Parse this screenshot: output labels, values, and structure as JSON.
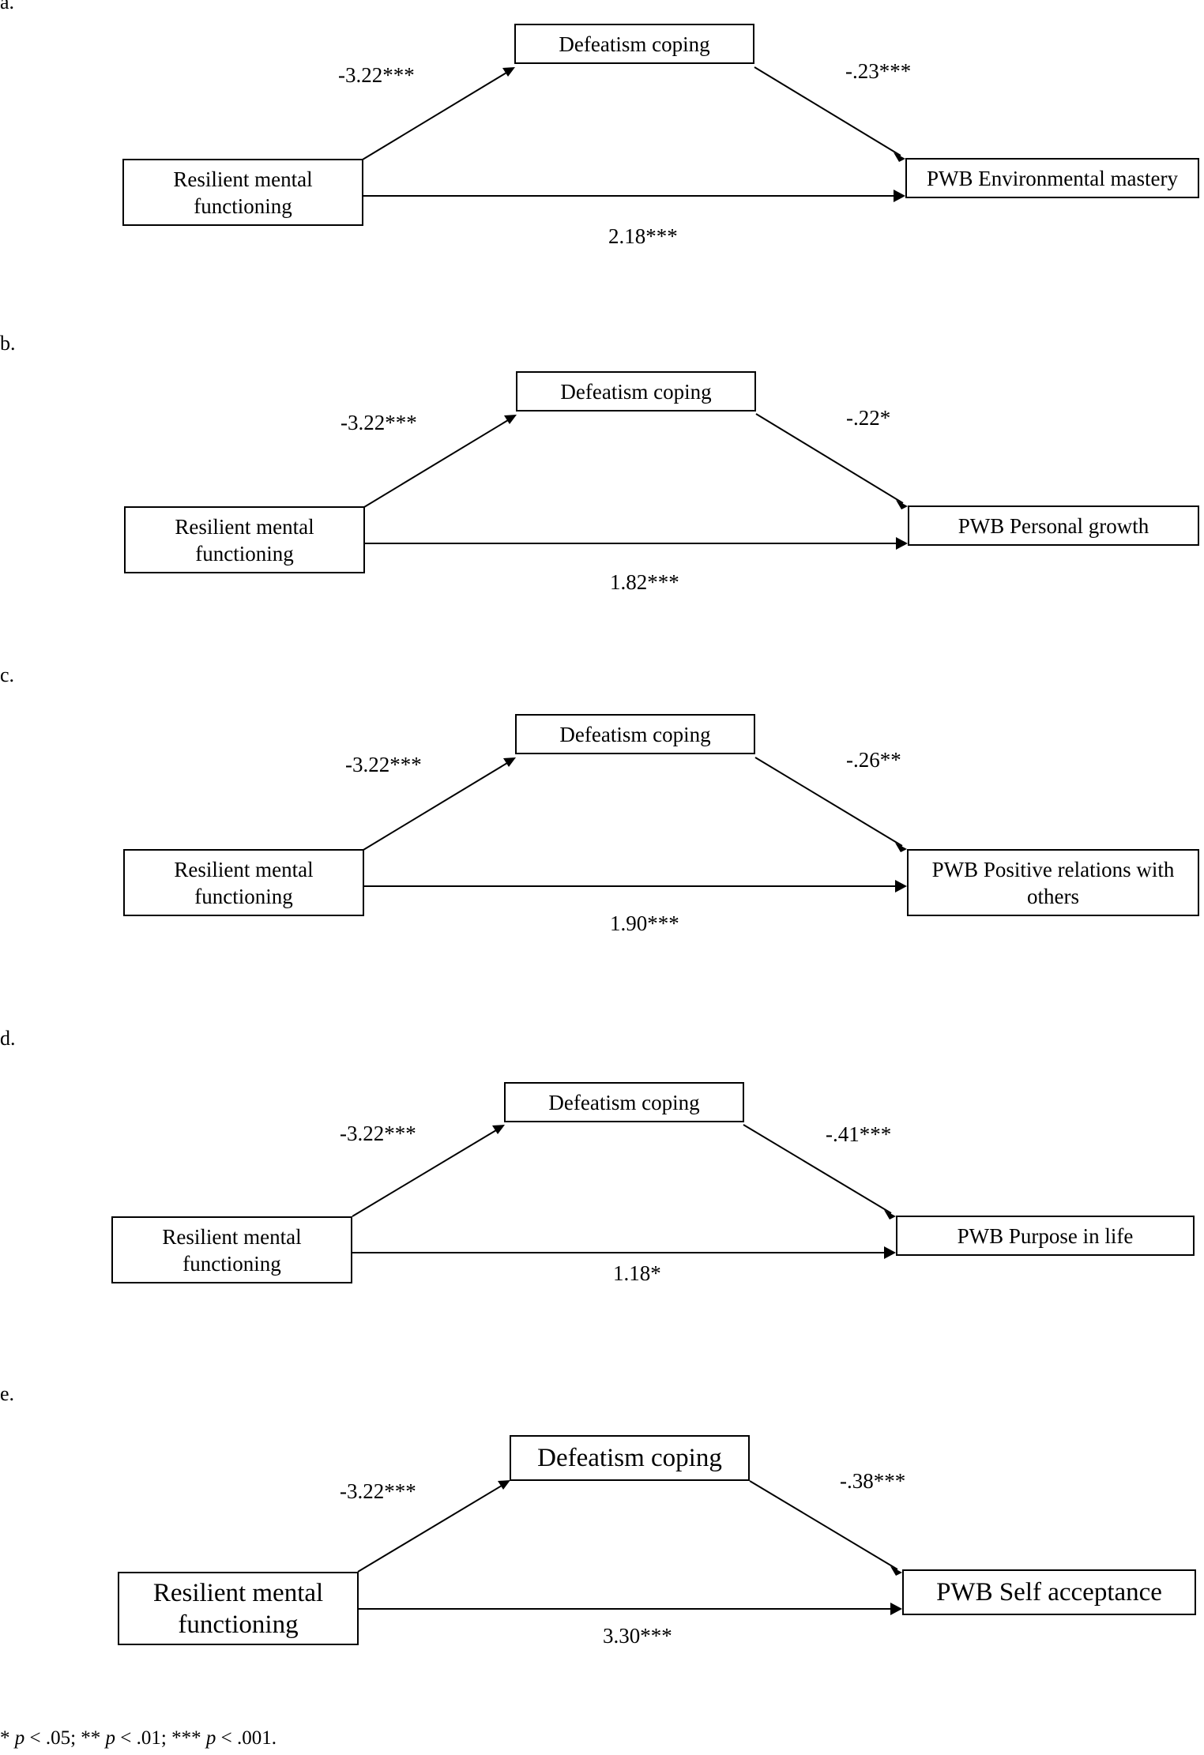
{
  "panels": [
    {
      "label": "a.",
      "mediator": "Defeatism coping",
      "predictor": "Resilient mental functioning",
      "outcome": "PWB Environmental mastery",
      "a_path": "-3.22***",
      "b_path": "-.23***",
      "c_path": "2.18***"
    },
    {
      "label": "b.",
      "mediator": "Defeatism coping",
      "predictor": "Resilient mental functioning",
      "outcome": "PWB Personal growth",
      "a_path": "-3.22***",
      "b_path": "-.22*",
      "c_path": "1.82***"
    },
    {
      "label": "c.",
      "mediator": "Defeatism coping",
      "predictor": "Resilient mental functioning",
      "outcome": "PWB Positive relations with others",
      "a_path": "-3.22***",
      "b_path": "-.26**",
      "c_path": "1.90***"
    },
    {
      "label": "d.",
      "mediator": "Defeatism coping",
      "predictor": "Resilient mental functioning",
      "outcome": "PWB Purpose in life",
      "a_path": "-3.22***",
      "b_path": "-.41***",
      "c_path": "1.18*"
    },
    {
      "label": "e.",
      "mediator": "Defeatism coping",
      "predictor": "Resilient mental functioning",
      "outcome": "PWB Self acceptance",
      "a_path": "-3.22***",
      "b_path": "-.38***",
      "c_path": "3.30***"
    }
  ],
  "footnote": {
    "p1": "* ",
    "p1i": "p",
    "p1v": " < .05; ** ",
    "p2i": "p",
    "p2v": " < .01; *** ",
    "p3i": "p",
    "p3v": " < .001."
  },
  "colors": {
    "line": "#000000",
    "background": "#ffffff"
  }
}
